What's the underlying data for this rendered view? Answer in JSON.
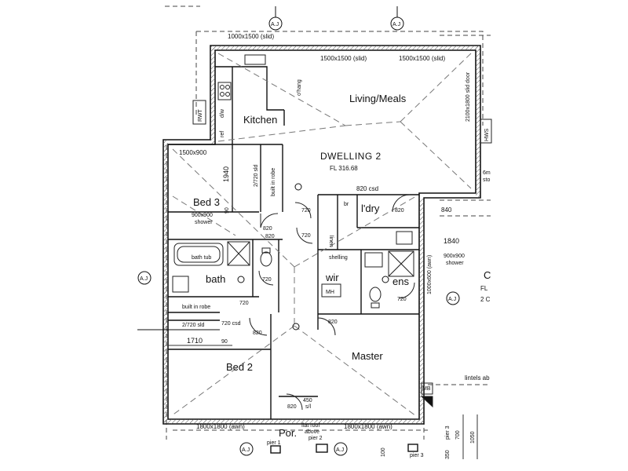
{
  "rooms": {
    "living_meals": "Living/Meals",
    "kitchen": "Kitchen",
    "dwelling": "DWELLING 2",
    "floor_level": "FL 316.68",
    "bed3": "Bed 3",
    "bed2": "Bed 2",
    "bath": "bath",
    "laundry": "l'dry",
    "wir": "wir",
    "ens": "ens",
    "master": "Master",
    "porch": "Por."
  },
  "labels": {
    "slid_1000": "1000x1500 (slid)",
    "slid_1500_a": "1500x1500 (slid)",
    "slid_1500_b": "1500x1500 (slid)",
    "slid_door": "2100x1800 slid door",
    "window_1500x900": "1500x900",
    "robe_slid_a": "2/720 sld",
    "robe_slid_b": "2/720 sld",
    "built_in_robe_a": "built in robe",
    "built_in_robe_b": "built in robe",
    "shower_a_1": "900x900",
    "shower_a_2": "shower",
    "shower_b_1": "900x900",
    "shower_b_2": "shower",
    "bath_tub": "bath tub",
    "linen": "linen",
    "shelling": "shelling",
    "mh": "MH",
    "br": "br",
    "csd_820": "820 csd",
    "csd_720": "720 csd",
    "awn_a": "1800x1800 (awn)",
    "awn_b": "1800x1800 (awn)",
    "awn_c": "1000x600 (awn)",
    "flat_roof_1": "flat roof",
    "flat_roof_2": "above",
    "pier1": "pier 1",
    "pier2": "pier 2",
    "pier3": "pier 3",
    "pier3b": "pier 3",
    "lintels": "lintels ab",
    "mb": "MB",
    "hws": "HWS",
    "rwt": "RWT",
    "ref": "ref",
    "dw": "d/w",
    "ohang": "o'hang",
    "aj": "A.J",
    "c_letter": "C",
    "fl_fragment": "FL",
    "two_c": "2 C",
    "six_m": "6m",
    "sto": "sto",
    "d_840": "840",
    "s_450": "450",
    "s_sl": "s/l"
  },
  "dimensions": {
    "d1940": "1940",
    "d1710": "1710",
    "d1840": "1840",
    "d90a": "90",
    "d90b": "90",
    "d700": "700",
    "d1050": "1050",
    "d350": "350",
    "d100": "100",
    "door720_a": "720",
    "door720_b": "720",
    "door720_c": "720",
    "door720_d": "720",
    "door720_e": "720",
    "door820_a": "820",
    "door820_b": "820",
    "door820_c": "820",
    "door820_d": "820",
    "door820_e": "820",
    "door820_f": "820"
  }
}
